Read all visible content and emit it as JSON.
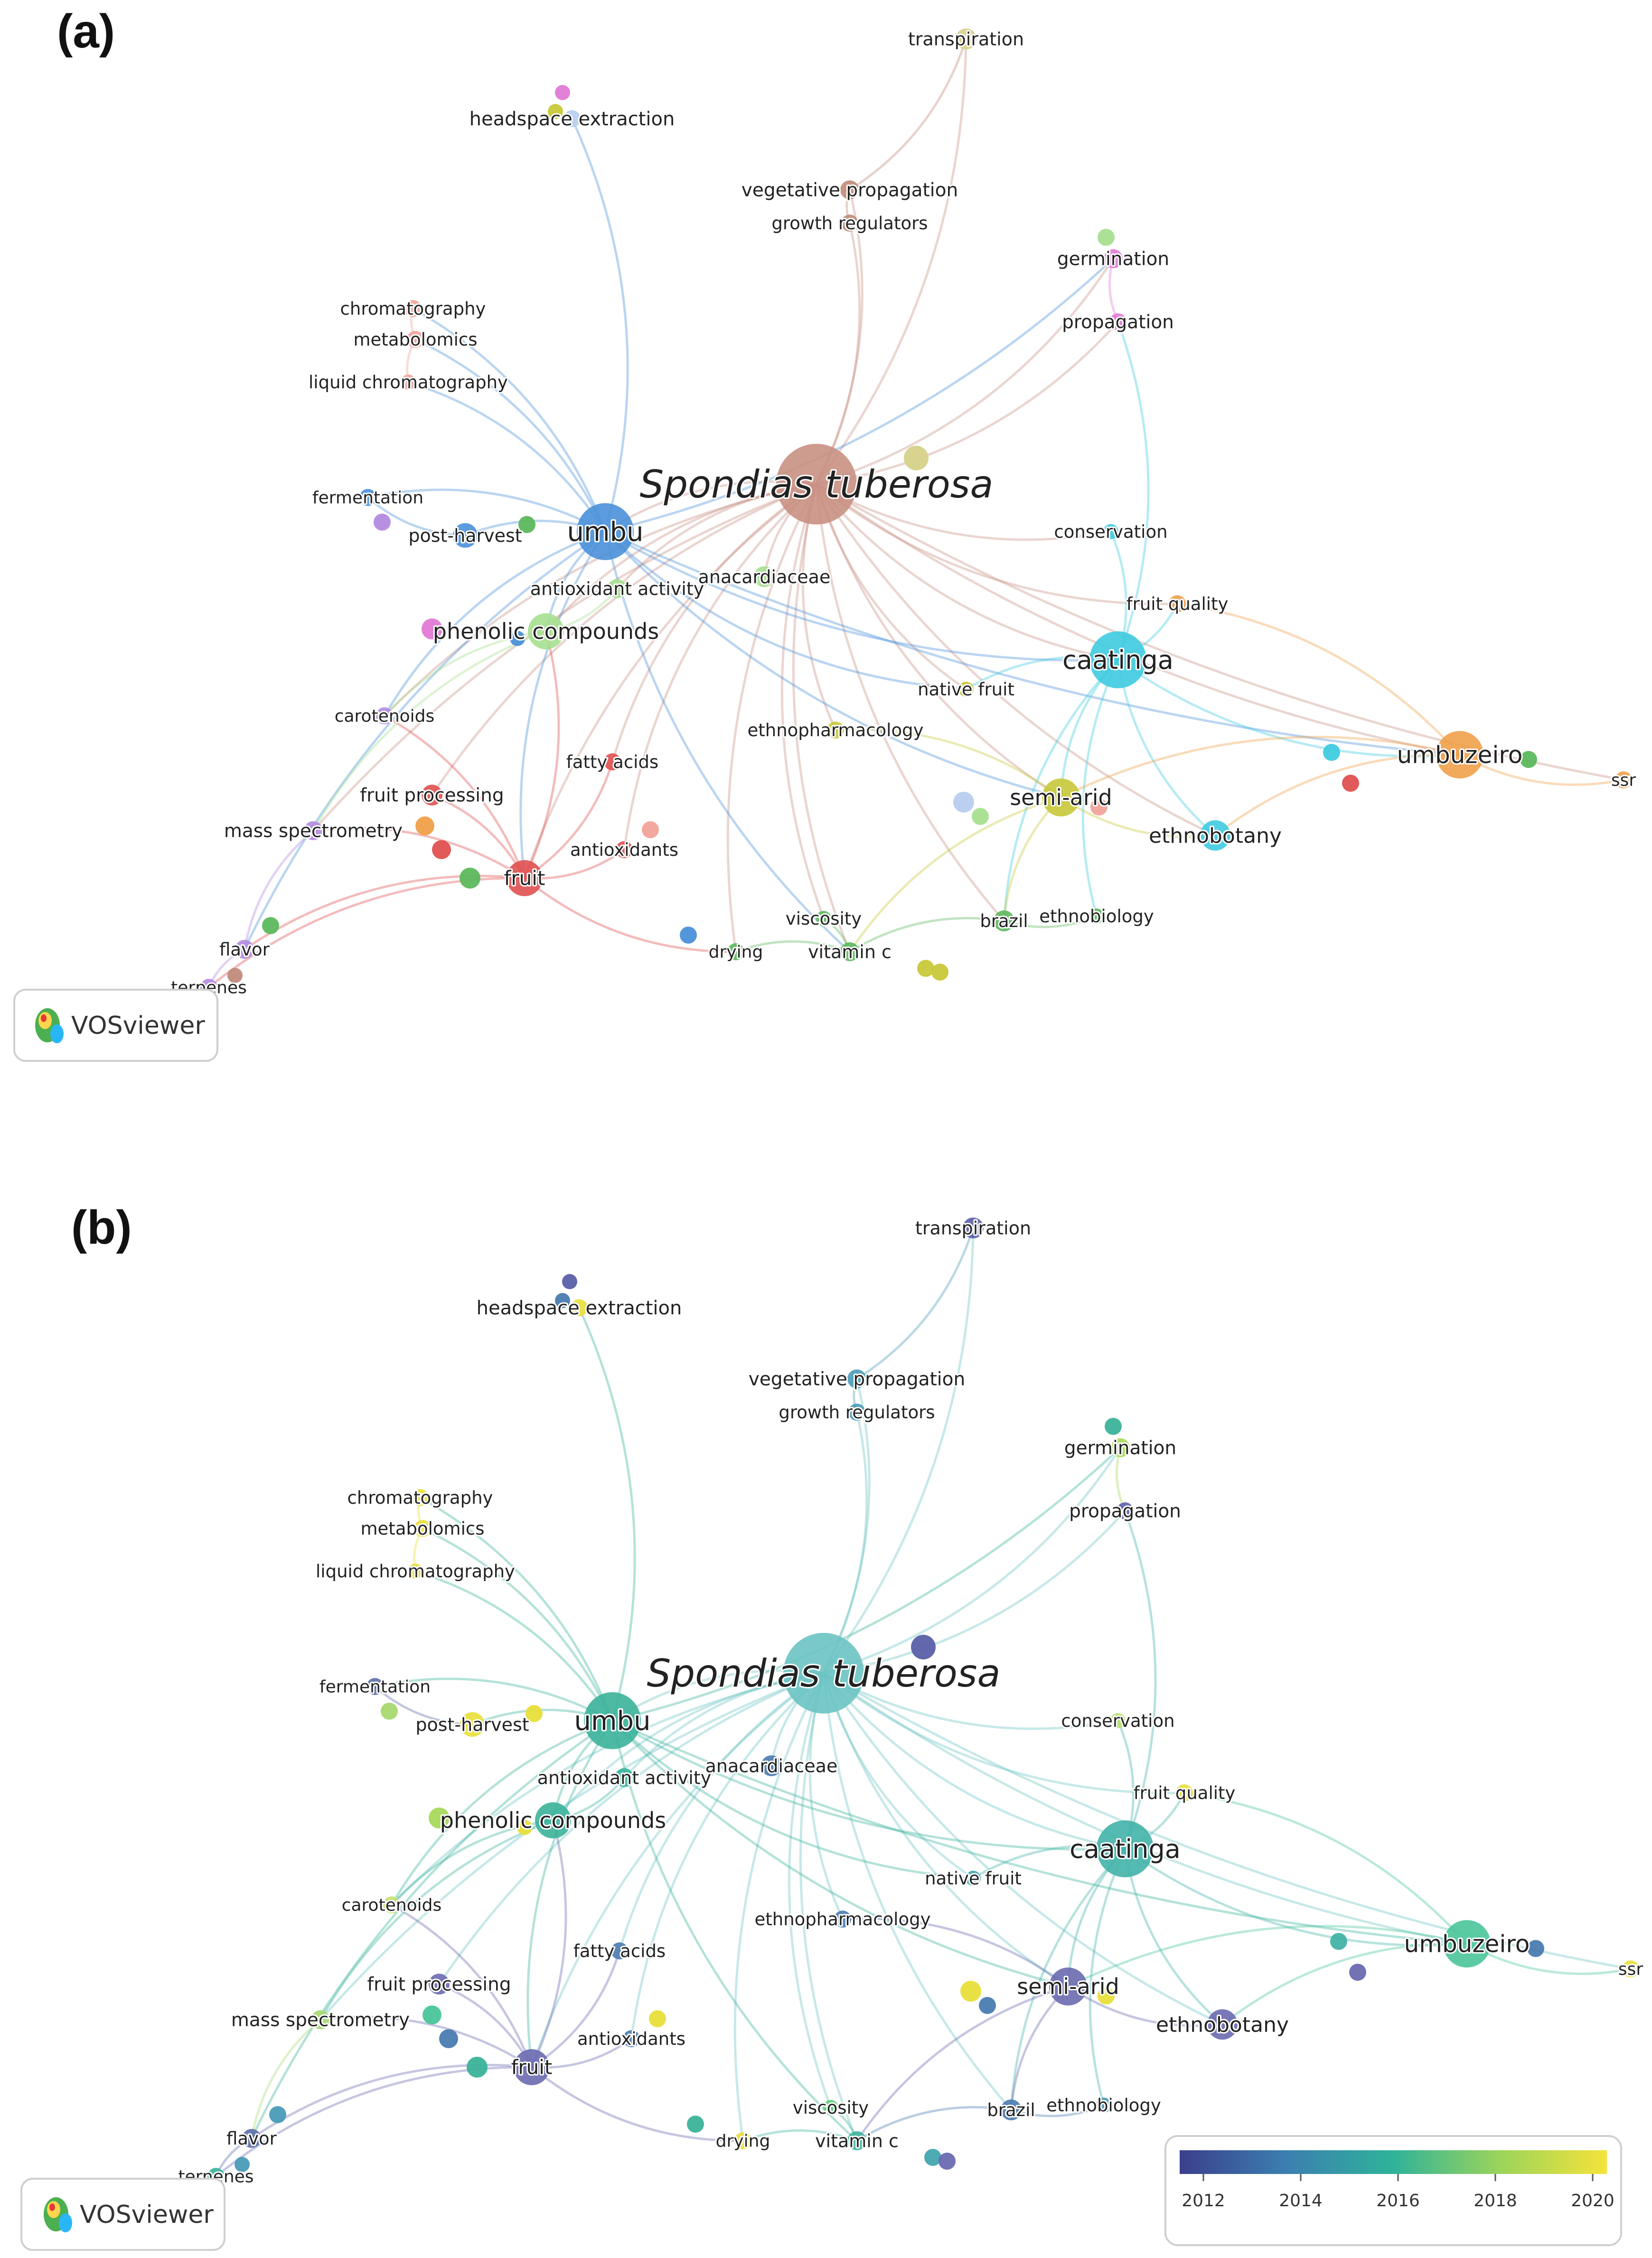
{
  "panels": [
    {
      "id": "a",
      "label": "(a)",
      "branding": "VOSviewer",
      "center_label": "Spondias tuberosa",
      "keywords": [
        {
          "label": "transpiration",
          "color": "#d6d28a"
        },
        {
          "label": "headspace extraction",
          "color": "#b7cdf0"
        },
        {
          "label": "vegetative propagation",
          "color": "#c08a7a"
        },
        {
          "label": "growth regulators",
          "color": "#c08a7a"
        },
        {
          "label": "germination",
          "color": "#e27ad6"
        },
        {
          "label": "chromatography",
          "color": "#f2a39a"
        },
        {
          "label": "metabolomics",
          "color": "#f2a39a"
        },
        {
          "label": "propagation",
          "color": "#e27ad6"
        },
        {
          "label": "liquid chromatography",
          "color": "#f2a39a"
        },
        {
          "label": "Spondias tuberosa",
          "color": "#c99083"
        },
        {
          "label": "fermentation",
          "color": "#4a90d9"
        },
        {
          "label": "post-harvest",
          "color": "#4a90d9"
        },
        {
          "label": "umbu",
          "color": "#4a90d9"
        },
        {
          "label": "conservation",
          "color": "#3fcbe0"
        },
        {
          "label": "antioxidant activity",
          "color": "#a6df8f"
        },
        {
          "label": "anacardiaceae",
          "color": "#a6df8f"
        },
        {
          "label": "fruit quality",
          "color": "#f0a04a"
        },
        {
          "label": "phenolic compounds",
          "color": "#a6df8f"
        },
        {
          "label": "caatinga",
          "color": "#3fcbe0"
        },
        {
          "label": "native fruit",
          "color": "#c8c83a"
        },
        {
          "label": "carotenoids",
          "color": "#b48ae0"
        },
        {
          "label": "ethnopharmacology",
          "color": "#c8c83a"
        },
        {
          "label": "umbuzeiro",
          "color": "#f0a04a"
        },
        {
          "label": "fatty acids",
          "color": "#e05050"
        },
        {
          "label": "ssr",
          "color": "#f0a04a"
        },
        {
          "label": "fruit processing",
          "color": "#e05050"
        },
        {
          "label": "semi-arid",
          "color": "#c8c83a"
        },
        {
          "label": "ethnobotany",
          "color": "#3fcbe0"
        },
        {
          "label": "mass spectrometry",
          "color": "#b48ae0"
        },
        {
          "label": "antioxidants",
          "color": "#e05050"
        },
        {
          "label": "fruit",
          "color": "#e05050"
        },
        {
          "label": "viscosity",
          "color": "#5cb85c"
        },
        {
          "label": "brazil",
          "color": "#5cb85c"
        },
        {
          "label": "ethnobiology",
          "color": "#5cb85c"
        },
        {
          "label": "flavor",
          "color": "#b48ae0"
        },
        {
          "label": "drying",
          "color": "#5cb85c"
        },
        {
          "label": "vitamin c",
          "color": "#5cb85c"
        },
        {
          "label": "terpenes",
          "color": "#b48ae0"
        }
      ]
    },
    {
      "id": "b",
      "label": "(b)",
      "branding": "VOSviewer",
      "center_label": "Spondias tuberosa",
      "keywords": [
        {
          "label": "transpiration",
          "color": "#5b5fa8"
        },
        {
          "label": "headspace extraction",
          "color": "#e8df3a"
        },
        {
          "label": "vegetative propagation",
          "color": "#4a9bb8"
        },
        {
          "label": "growth regulators",
          "color": "#4a9bb8"
        },
        {
          "label": "germination",
          "color": "#a8d85a"
        },
        {
          "label": "chromatography",
          "color": "#e8df3a"
        },
        {
          "label": "metabolomics",
          "color": "#e8df3a"
        },
        {
          "label": "propagation",
          "color": "#5b5fa8"
        },
        {
          "label": "liquid chromatography",
          "color": "#e8df3a"
        },
        {
          "label": "Spondias tuberosa",
          "color": "#6cc3c3"
        },
        {
          "label": "fermentation",
          "color": "#5b6fa8"
        },
        {
          "label": "post-harvest",
          "color": "#e8df3a"
        },
        {
          "label": "umbu",
          "color": "#3bb39a"
        },
        {
          "label": "conservation",
          "color": "#b8e070"
        },
        {
          "label": "antioxidant activity",
          "color": "#3bb39a"
        },
        {
          "label": "anacardiaceae",
          "color": "#4a7bb0"
        },
        {
          "label": "fruit quality",
          "color": "#e8df3a"
        },
        {
          "label": "phenolic compounds",
          "color": "#3bb39a"
        },
        {
          "label": "caatinga",
          "color": "#43b3a8"
        },
        {
          "label": "native fruit",
          "color": "#43a7b0"
        },
        {
          "label": "carotenoids",
          "color": "#c8e070"
        },
        {
          "label": "ethnopharmacology",
          "color": "#4a7bb0"
        },
        {
          "label": "umbuzeiro",
          "color": "#4ac59a"
        },
        {
          "label": "fatty acids",
          "color": "#4a7bb0"
        },
        {
          "label": "ssr",
          "color": "#e8df3a"
        },
        {
          "label": "fruit processing",
          "color": "#6a6ab0"
        },
        {
          "label": "semi-arid",
          "color": "#6a6ab0"
        },
        {
          "label": "ethnobotany",
          "color": "#6a6ab0"
        },
        {
          "label": "mass spectrometry",
          "color": "#a8d870"
        },
        {
          "label": "antioxidants",
          "color": "#4a7bb0"
        },
        {
          "label": "fruit",
          "color": "#6a6ab0"
        },
        {
          "label": "viscosity",
          "color": "#5ccf7a"
        },
        {
          "label": "brazil",
          "color": "#4a7bb0"
        },
        {
          "label": "ethnobiology",
          "color": "#4a9bb8"
        },
        {
          "label": "flavor",
          "color": "#5b6fa8"
        },
        {
          "label": "drying",
          "color": "#e8df3a"
        },
        {
          "label": "vitamin c",
          "color": "#3bb39a"
        },
        {
          "label": "ternenes",
          "color": "#3bb39a"
        }
      ],
      "legend": {
        "ticks": [
          "2012",
          "2014",
          "2016",
          "2018",
          "2020"
        ],
        "colors": [
          "#3b3f8c",
          "#3b7fb0",
          "#2fb39a",
          "#9bd45a",
          "#f5e33a"
        ]
      }
    }
  ]
}
